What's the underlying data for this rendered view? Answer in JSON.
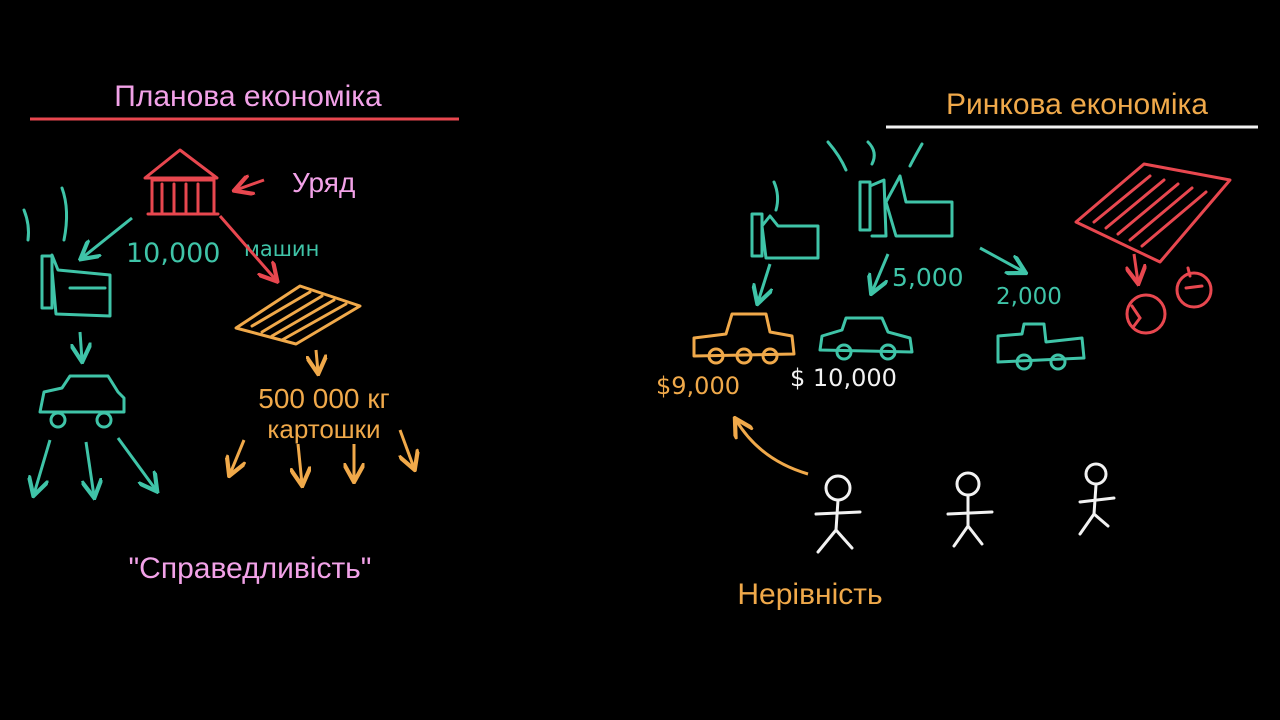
{
  "colors": {
    "background": "#000000",
    "pink": "#f2a2e8",
    "red": "#e8474f",
    "teal": "#3fc4a8",
    "orange": "#f0a94a",
    "white": "#f2f2f2"
  },
  "planned": {
    "title": "Планова економіка",
    "government_label": "Уряд",
    "cars_quantity": "10,000",
    "cars_unit": "машин",
    "potato_amount": "500 000 кг",
    "potato_unit": "картошки",
    "principle": "\"Справедливість\""
  },
  "market": {
    "title": "Ринкова економіка",
    "quantity_a": "5,000",
    "quantity_b": "2,000",
    "price_a": "$9,000",
    "price_b": "$ 10,000",
    "principle": "Нерівність"
  }
}
